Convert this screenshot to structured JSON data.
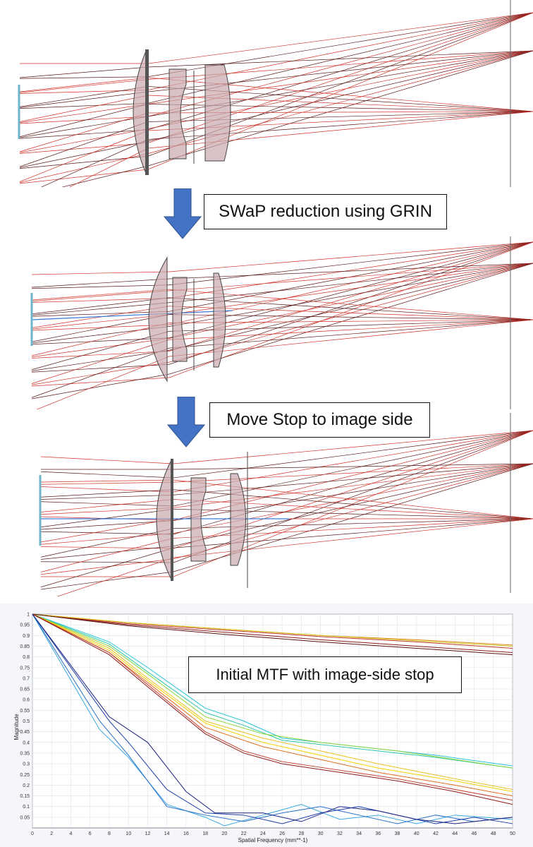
{
  "annotations": {
    "swap_reduction": "SWaP reduction using GRIN",
    "move_stop": "Move Stop to image side",
    "mtf_caption": "Initial MTF with image-side stop"
  },
  "colors": {
    "arrow": "#4472c4",
    "ray_red": "#d0332b",
    "ray_dark": "#5a1a1a",
    "ray_blue": "#3a7bd5",
    "lens_fill": "#c9a8ac",
    "source_bar": "#6fb5c9"
  },
  "chart_data": {
    "type": "line",
    "title": "",
    "xlabel": "Spatial Frequency (mm**-1)",
    "ylabel": "Magnitude",
    "xlim": [
      0,
      50
    ],
    "ylim": [
      0,
      1
    ],
    "x_ticks": [
      "0",
      "2",
      "4",
      "6",
      "8",
      "10",
      "12",
      "14",
      "16",
      "18",
      "20",
      "22",
      "24",
      "26",
      "28",
      "30",
      "32",
      "34",
      "36",
      "38",
      "40",
      "42",
      "44",
      "46",
      "48",
      "50"
    ],
    "y_ticks": [
      "0.05",
      "0.1",
      "0.15",
      "0.2",
      "0.25",
      "0.3",
      "0.35",
      "0.4",
      "0.45",
      "0.5",
      "0.55",
      "0.6",
      "0.65",
      "0.7",
      "0.75",
      "0.8",
      "0.85",
      "0.9",
      "0.95",
      "1"
    ],
    "grid": true,
    "series": [
      {
        "color": "#d98a1a",
        "points": [
          [
            0,
            1
          ],
          [
            10,
            0.96
          ],
          [
            20,
            0.93
          ],
          [
            30,
            0.9
          ],
          [
            40,
            0.88
          ],
          [
            50,
            0.855
          ]
        ]
      },
      {
        "color": "#c0392b",
        "points": [
          [
            0,
            1
          ],
          [
            10,
            0.955
          ],
          [
            20,
            0.925
          ],
          [
            30,
            0.895
          ],
          [
            40,
            0.87
          ],
          [
            50,
            0.84
          ]
        ]
      },
      {
        "color": "#8b1a1a",
        "points": [
          [
            0,
            1
          ],
          [
            10,
            0.95
          ],
          [
            20,
            0.915
          ],
          [
            30,
            0.88
          ],
          [
            40,
            0.85
          ],
          [
            50,
            0.82
          ]
        ]
      },
      {
        "color": "#d4c41a",
        "points": [
          [
            0,
            1
          ],
          [
            10,
            0.96
          ],
          [
            20,
            0.93
          ],
          [
            30,
            0.9
          ],
          [
            40,
            0.875
          ],
          [
            50,
            0.85
          ]
        ]
      },
      {
        "color": "#5a1010",
        "points": [
          [
            0,
            1
          ],
          [
            10,
            0.945
          ],
          [
            20,
            0.905
          ],
          [
            30,
            0.87
          ],
          [
            40,
            0.84
          ],
          [
            50,
            0.81
          ]
        ]
      },
      {
        "color": "#27c3d8",
        "points": [
          [
            0,
            1
          ],
          [
            8,
            0.87
          ],
          [
            12,
            0.75
          ],
          [
            18,
            0.56
          ],
          [
            22,
            0.5
          ],
          [
            26,
            0.42
          ],
          [
            34,
            0.38
          ],
          [
            42,
            0.34
          ],
          [
            50,
            0.29
          ]
        ]
      },
      {
        "color": "#2ec7a8",
        "points": [
          [
            0,
            1
          ],
          [
            8,
            0.86
          ],
          [
            12,
            0.73
          ],
          [
            18,
            0.54
          ],
          [
            22,
            0.48
          ],
          [
            26,
            0.41
          ],
          [
            34,
            0.37
          ],
          [
            42,
            0.33
          ],
          [
            50,
            0.28
          ]
        ]
      },
      {
        "color": "#8ed63a",
        "points": [
          [
            0,
            1
          ],
          [
            8,
            0.85
          ],
          [
            12,
            0.72
          ],
          [
            18,
            0.52
          ],
          [
            24,
            0.44
          ],
          [
            30,
            0.4
          ],
          [
            38,
            0.36
          ],
          [
            50,
            0.28
          ]
        ]
      },
      {
        "color": "#e8c020",
        "points": [
          [
            0,
            1
          ],
          [
            8,
            0.84
          ],
          [
            12,
            0.7
          ],
          [
            18,
            0.5
          ],
          [
            24,
            0.42
          ],
          [
            30,
            0.36
          ],
          [
            36,
            0.3
          ],
          [
            44,
            0.23
          ],
          [
            50,
            0.18
          ]
        ]
      },
      {
        "color": "#f5d000",
        "points": [
          [
            0,
            1
          ],
          [
            8,
            0.83
          ],
          [
            12,
            0.69
          ],
          [
            18,
            0.49
          ],
          [
            24,
            0.4
          ],
          [
            30,
            0.34
          ],
          [
            36,
            0.28
          ],
          [
            44,
            0.22
          ],
          [
            50,
            0.17
          ]
        ]
      },
      {
        "color": "#e07020",
        "points": [
          [
            0,
            1
          ],
          [
            8,
            0.82
          ],
          [
            12,
            0.68
          ],
          [
            18,
            0.47
          ],
          [
            24,
            0.38
          ],
          [
            30,
            0.32
          ],
          [
            36,
            0.26
          ],
          [
            44,
            0.2
          ],
          [
            50,
            0.15
          ]
        ]
      },
      {
        "color": "#c0392b",
        "points": [
          [
            0,
            1
          ],
          [
            8,
            0.82
          ],
          [
            12,
            0.67
          ],
          [
            18,
            0.45
          ],
          [
            22,
            0.36
          ],
          [
            26,
            0.31
          ],
          [
            32,
            0.27
          ],
          [
            38,
            0.23
          ],
          [
            44,
            0.18
          ],
          [
            50,
            0.13
          ]
        ]
      },
      {
        "color": "#8b1a1a",
        "points": [
          [
            0,
            1
          ],
          [
            8,
            0.81
          ],
          [
            12,
            0.66
          ],
          [
            18,
            0.44
          ],
          [
            22,
            0.35
          ],
          [
            26,
            0.3
          ],
          [
            32,
            0.26
          ],
          [
            38,
            0.22
          ],
          [
            44,
            0.17
          ],
          [
            50,
            0.11
          ]
        ]
      },
      {
        "color": "#3aa8e0",
        "points": [
          [
            0,
            1
          ],
          [
            7,
            0.46
          ],
          [
            10,
            0.33
          ],
          [
            14,
            0.11
          ],
          [
            18,
            0.05
          ],
          [
            20,
            0.01
          ],
          [
            24,
            0.06
          ],
          [
            28,
            0.11
          ],
          [
            32,
            0.04
          ],
          [
            36,
            0.06
          ],
          [
            40,
            0.02
          ],
          [
            44,
            0.06
          ],
          [
            50,
            0.04
          ]
        ]
      },
      {
        "color": "#2a70c8",
        "points": [
          [
            0,
            1
          ],
          [
            7,
            0.5
          ],
          [
            10,
            0.34
          ],
          [
            14,
            0.1
          ],
          [
            18,
            0.06
          ],
          [
            22,
            0.03
          ],
          [
            26,
            0.07
          ],
          [
            30,
            0.1
          ],
          [
            34,
            0.06
          ],
          [
            38,
            0.02
          ],
          [
            42,
            0.06
          ],
          [
            46,
            0.03
          ],
          [
            50,
            0.05
          ]
        ]
      },
      {
        "color": "#1f3fa8",
        "points": [
          [
            0,
            1
          ],
          [
            8,
            0.5
          ],
          [
            10,
            0.4
          ],
          [
            14,
            0.18
          ],
          [
            18,
            0.07
          ],
          [
            22,
            0.06
          ],
          [
            26,
            0.02
          ],
          [
            30,
            0.07
          ],
          [
            34,
            0.1
          ],
          [
            38,
            0.06
          ],
          [
            42,
            0.02
          ],
          [
            46,
            0.05
          ],
          [
            50,
            0.02
          ]
        ]
      },
      {
        "color": "#1a2280",
        "points": [
          [
            0,
            1
          ],
          [
            8,
            0.52
          ],
          [
            12,
            0.4
          ],
          [
            16,
            0.17
          ],
          [
            19,
            0.07
          ],
          [
            24,
            0.07
          ],
          [
            28,
            0.03
          ],
          [
            32,
            0.1
          ],
          [
            36,
            0.08
          ],
          [
            40,
            0.04
          ],
          [
            44,
            0.02
          ],
          [
            48,
            0.04
          ],
          [
            50,
            0.05
          ]
        ]
      }
    ]
  }
}
